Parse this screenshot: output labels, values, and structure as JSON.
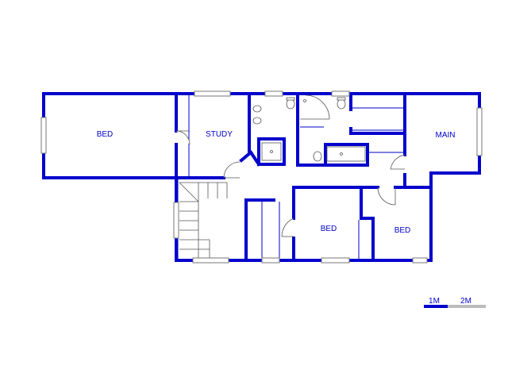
{
  "floorplan": {
    "rooms": {
      "bed_left": "BED",
      "study": "STUDY",
      "main": "MAIN",
      "bed_middle": "BED",
      "bed_right": "BED"
    }
  },
  "scale_bar": {
    "label_1": "1M",
    "label_2": "2M"
  },
  "colors": {
    "wall": "#0000cc",
    "scale_gray": "#bbbbbb"
  }
}
